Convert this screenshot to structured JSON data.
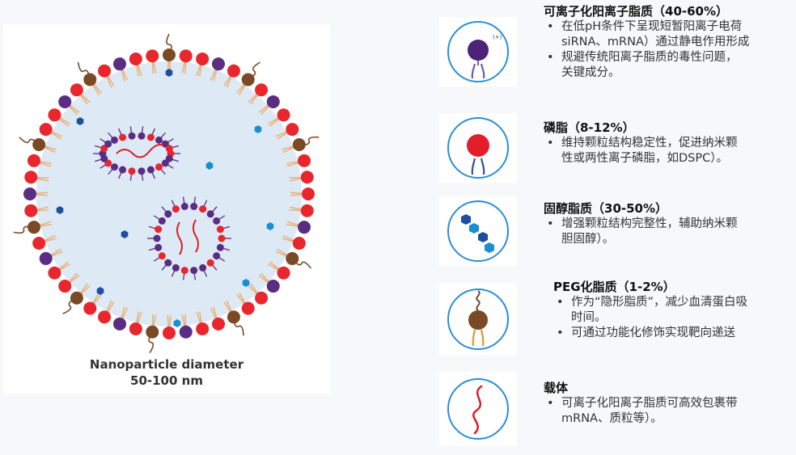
{
  "diagram": {
    "caption_line1": "Nanoparticle diameter",
    "caption_line2": "50-100 nm",
    "colors": {
      "ionizable": "#5a2d82",
      "phospholipid": "#e8262e",
      "cholesterol": "#1a8fd0",
      "peg": "#7a4a26",
      "payload": "#d81f26",
      "core": "#dde9f5",
      "tail": "#e8b37a"
    }
  },
  "sections": [
    {
      "icon": "ionizable-lipid-icon",
      "title": "可离子化阳离子脂质（40-60%）",
      "bullets": [
        "在低pH条件下呈现短暂阳离子电荷\nsiRNA、mRNA）通过静电作用形成",
        "规避传统阳离子脂质的毒性问题，\n关键成分。"
      ]
    },
    {
      "icon": "phospholipid-icon",
      "title": "磷脂（8-12%）",
      "bullets": [
        "维持颗粒结构稳定性，促进纳米颗\n性或两性离子磷脂，如DSPC）。"
      ]
    },
    {
      "icon": "cholesterol-icon",
      "title": "固醇脂质（30-50%）",
      "bullets": [
        "增强颗粒结构完整性，辅助纳米颗\n胆固醇）。"
      ]
    },
    {
      "icon": "peg-lipid-icon",
      "title": "PEG化脂质（1-2%）",
      "bullets": [
        "作为“隐形脂质”，减少血清蛋白吸\n时间。",
        "可通过功能化修饰实现靶向递送"
      ]
    },
    {
      "icon": "payload-icon",
      "title": "载体",
      "bullets": [
        "可离子化阳离子脂质可高效包裹带\nmRNA、质粒等）。"
      ]
    }
  ]
}
